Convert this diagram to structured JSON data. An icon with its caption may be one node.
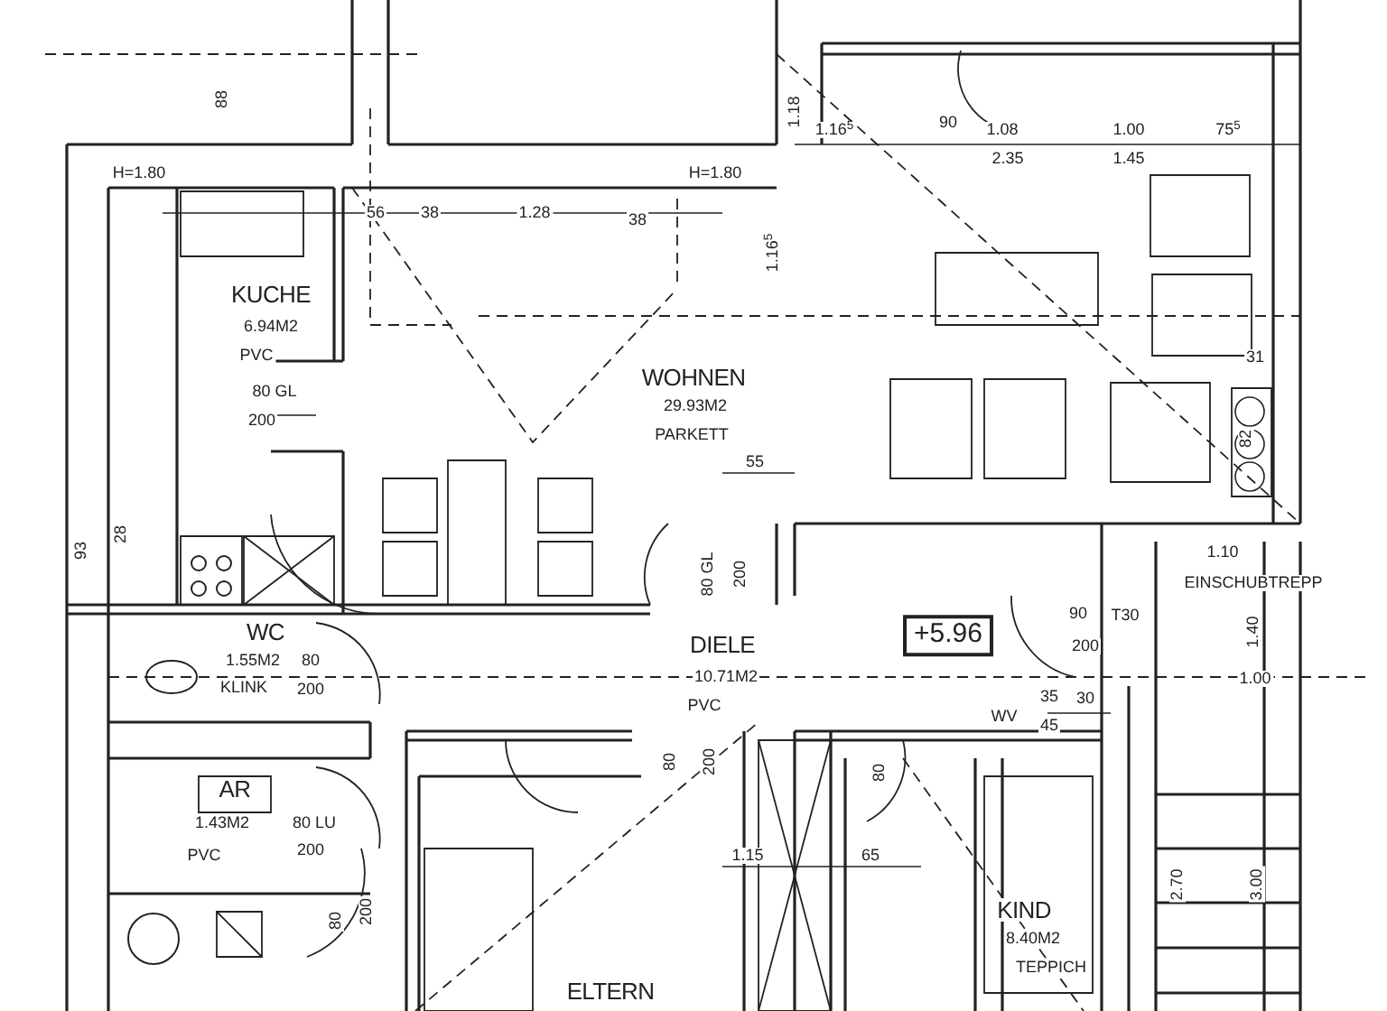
{
  "diagram": {
    "nodes": [
      {
        "text": [
          "+5.96"
        ]
      }
    ],
    "labels": [
      "88",
      "H=1.80",
      "56",
      "38",
      "1.28",
      "38",
      "H=1.80",
      "1.18",
      "1.16$^{5}$",
      "90",
      "1.08",
      "2.35",
      "1.00",
      "1.45",
      "75$^{5}$",
      "KUCHE",
      "6.94M2",
      "PVC",
      "80 GL",
      "200",
      "1.16$^{5}$",
      "WOHNEN",
      "29.93M2",
      "PARKETT",
      "55",
      "31",
      "82",
      "93",
      "28",
      "80 GL",
      "200",
      "1.10",
      "EINSCHUBTREPP",
      "90",
      "T30",
      "200",
      "1.40",
      "WC",
      "1.55M2",
      "KLINK",
      "80",
      "200",
      "DIELE",
      "10.71M2",
      "PVC",
      "1.00",
      "WV",
      "35",
      "45",
      "30",
      "80",
      "200",
      "80",
      "AR",
      "1.43M2",
      "PVC",
      "80 LU",
      "200",
      "1.15",
      "65",
      "80",
      "200",
      "2.70",
      "3.00",
      "KIND",
      "8.40M2",
      "TEPPICH",
      "ELTERN"
    ]
  }
}
